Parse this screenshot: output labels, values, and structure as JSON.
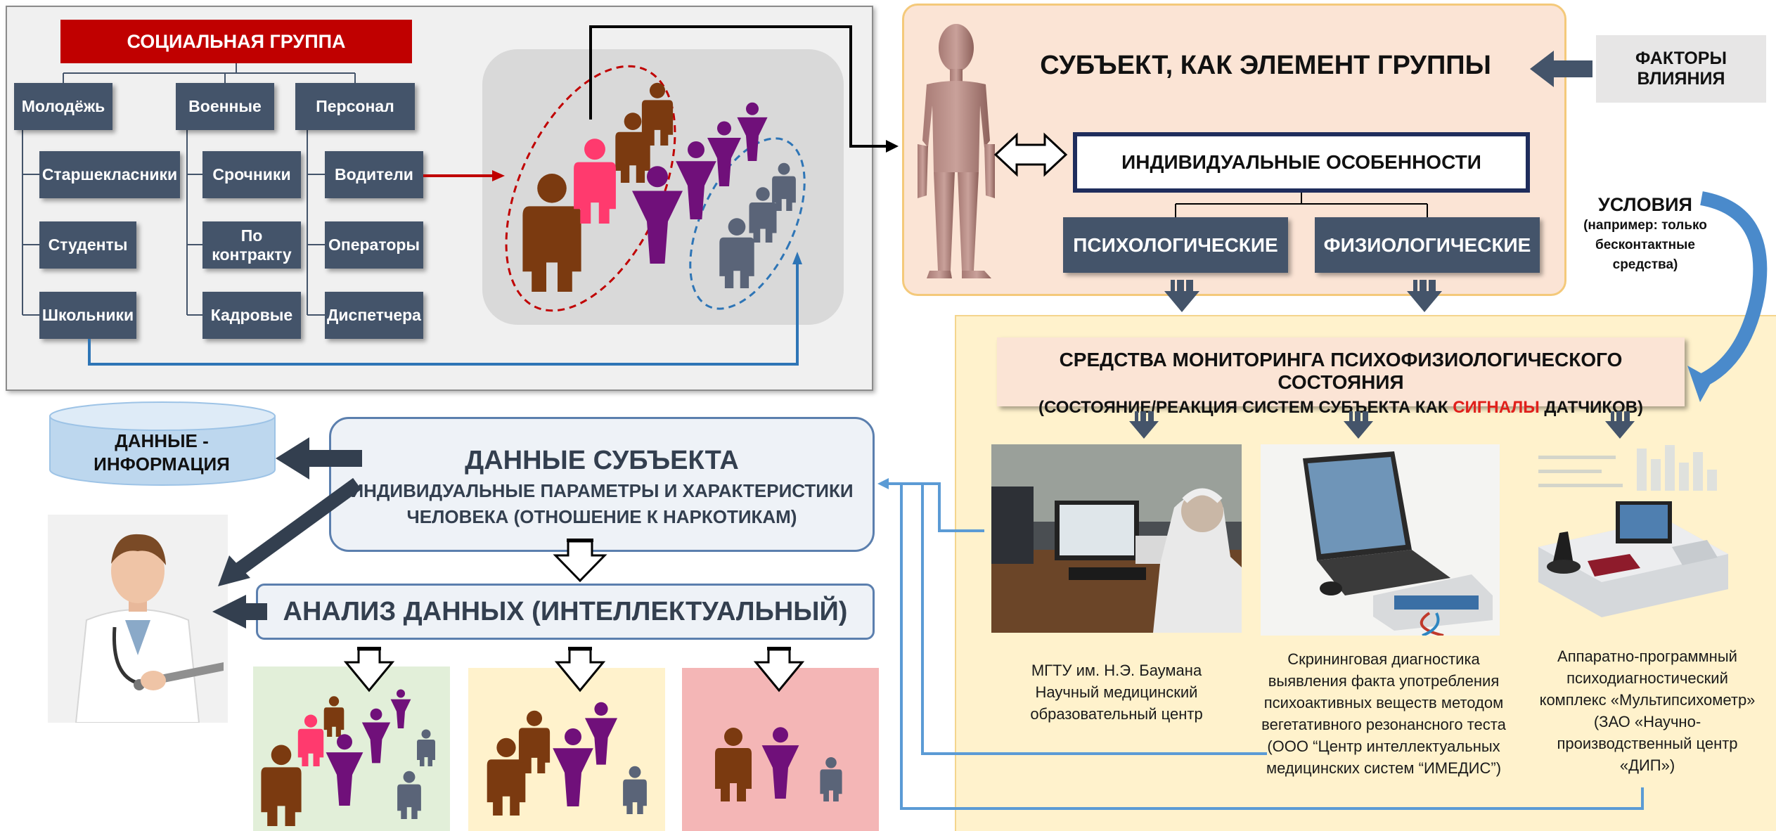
{
  "social": {
    "title": "СОЦИАЛЬНАЯ ГРУППА",
    "columns": [
      {
        "header": "Молодёжь",
        "items": [
          "Старшекласники",
          "Студенты",
          "Школьники"
        ]
      },
      {
        "header": "Военные",
        "items": [
          "Срочники",
          "По контракту",
          "Кадровые"
        ]
      },
      {
        "header": "Персонал",
        "items": [
          "Водители",
          "Операторы",
          "Диспетчера"
        ]
      }
    ]
  },
  "subject": {
    "title": "СУБЪЕКТ, КАК ЭЛЕМЕНТ ГРУППЫ",
    "individual": "ИНДИВИДУАЛЬНЫЕ ОСОБЕННОСТИ",
    "psych": "ПСИХОЛОГИЧЕСКИЕ",
    "phys": "ФИЗИОЛОГИЧЕСКИЕ"
  },
  "factors": "ФАКТОРЫ ВЛИЯНИЯ",
  "conditions": {
    "title": "УСЛОВИЯ",
    "note": "(например: только бесконтактные средства)"
  },
  "monitoring": {
    "title": "СРЕДСТВА МОНИТОРИНГА ПСИХОФИЗИОЛОГИЧЕСКОГО СОСТОЯНИЯ",
    "sub_prefix": "(СОСТОЯНИЕ/РЕАКЦИЯ СИСТЕМ СУБЪЕКТА КАК ",
    "sub_highlight": "СИГНАЛЫ",
    "sub_suffix": " ДАТЧИКОВ)",
    "highlight_color": "#e0201b",
    "captions": [
      "МГТУ им. Н.Э. Баумана\nНаучный медицинский\nобразовательный центр",
      "Скрининговая диагностика\nвыявления факта употребления\nпсихоактивных веществ методом\nвегетативного резонансного теста\n(ООО “Центр интеллектуальных\nмедицинских систем “ИМЕДИС”)",
      "Аппаратно-программный\nпсиходиагностический\nкомплекс «Мультипсихометр»\n(ЗАО «Научно-\nпроизводственный центр\n«ДИП»)"
    ]
  },
  "data_info": "ДАННЫЕ - ИНФОРМАЦИЯ",
  "subject_data": {
    "title": "ДАННЫЕ СУБЪЕКТА",
    "line1": "ИНДИВИДУАЛЬНЫЕ ПАРАМЕТРЫ И ХАРАКТЕРИСТИКИ",
    "line2": "ЧЕЛОВЕКА (ОТНОШЕНИЕ К НАРКОТИКАМ)"
  },
  "analysis": "АНАЛИЗ ДАННЫХ (ИНТЕЛЛЕКТУАЛЬНЫЙ)",
  "colors": {
    "navy": "#44546a",
    "red_title": "#c00000",
    "brown": "#7b3a10",
    "pink": "#ff3a6e",
    "purple": "#70107a",
    "slate": "#5a6478",
    "subject_bg": "#fbe4d5",
    "monitor_bg": "#fff2cc",
    "blue_line": "#2e75b6"
  }
}
